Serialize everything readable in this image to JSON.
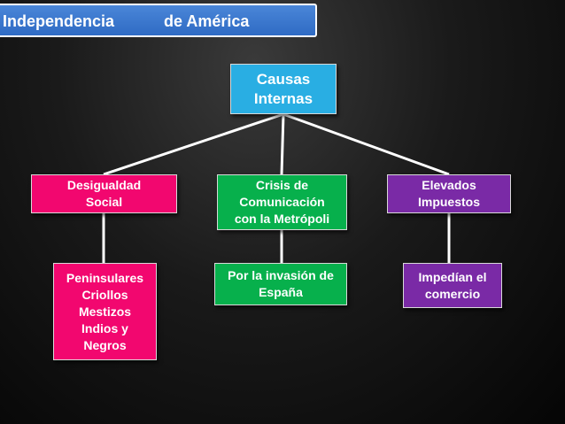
{
  "title": {
    "part1": "Independencia",
    "part2": "de América"
  },
  "root": {
    "label": "Causas\nInternas"
  },
  "causes": [
    {
      "label": "Desigualdad\nSocial",
      "detail": "Peninsulares\nCriollos\nMestizos\nIndios y\nNegros"
    },
    {
      "label": "Crisis de\nComunicación\ncon la Metrópoli",
      "detail": "Por la invasión de\nEspaña"
    },
    {
      "label": "Elevados\nImpuestos",
      "detail": "Impedían el\ncomercio"
    }
  ],
  "colors": {
    "title_bar": "#2f6bc4",
    "root": "#29aee3",
    "cause_1": "#f2076f",
    "cause_2": "#07b04c",
    "cause_3": "#7a2aa6"
  }
}
